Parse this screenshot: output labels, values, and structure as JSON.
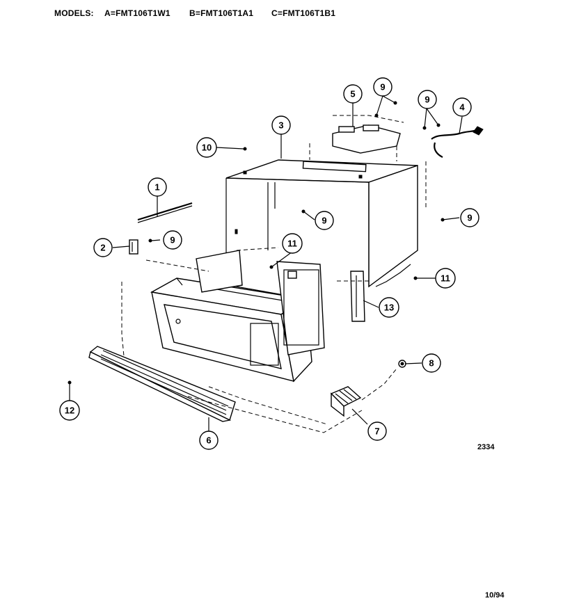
{
  "header": {
    "models_label": "MODELS:",
    "model_a": "A=FMT106T1W1",
    "model_b": "B=FMT106T1A1",
    "model_c": "C=FMT106T1B1"
  },
  "figure_number": "2334",
  "date_code": "10/94",
  "callouts": [
    {
      "id": "c1",
      "label": "1"
    },
    {
      "id": "c2",
      "label": "2"
    },
    {
      "id": "c9a",
      "label": "9"
    },
    {
      "id": "c3",
      "label": "3"
    },
    {
      "id": "c10",
      "label": "10"
    },
    {
      "id": "c5",
      "label": "5"
    },
    {
      "id": "c9b",
      "label": "9"
    },
    {
      "id": "c9c",
      "label": "9"
    },
    {
      "id": "c4",
      "label": "4"
    },
    {
      "id": "c9d",
      "label": "9"
    },
    {
      "id": "c9e",
      "label": "9"
    },
    {
      "id": "c11a",
      "label": "11"
    },
    {
      "id": "c11b",
      "label": "11"
    },
    {
      "id": "c13",
      "label": "13"
    },
    {
      "id": "c8",
      "label": "8"
    },
    {
      "id": "c7",
      "label": "7"
    },
    {
      "id": "c12",
      "label": "12"
    },
    {
      "id": "c6",
      "label": "6"
    }
  ]
}
